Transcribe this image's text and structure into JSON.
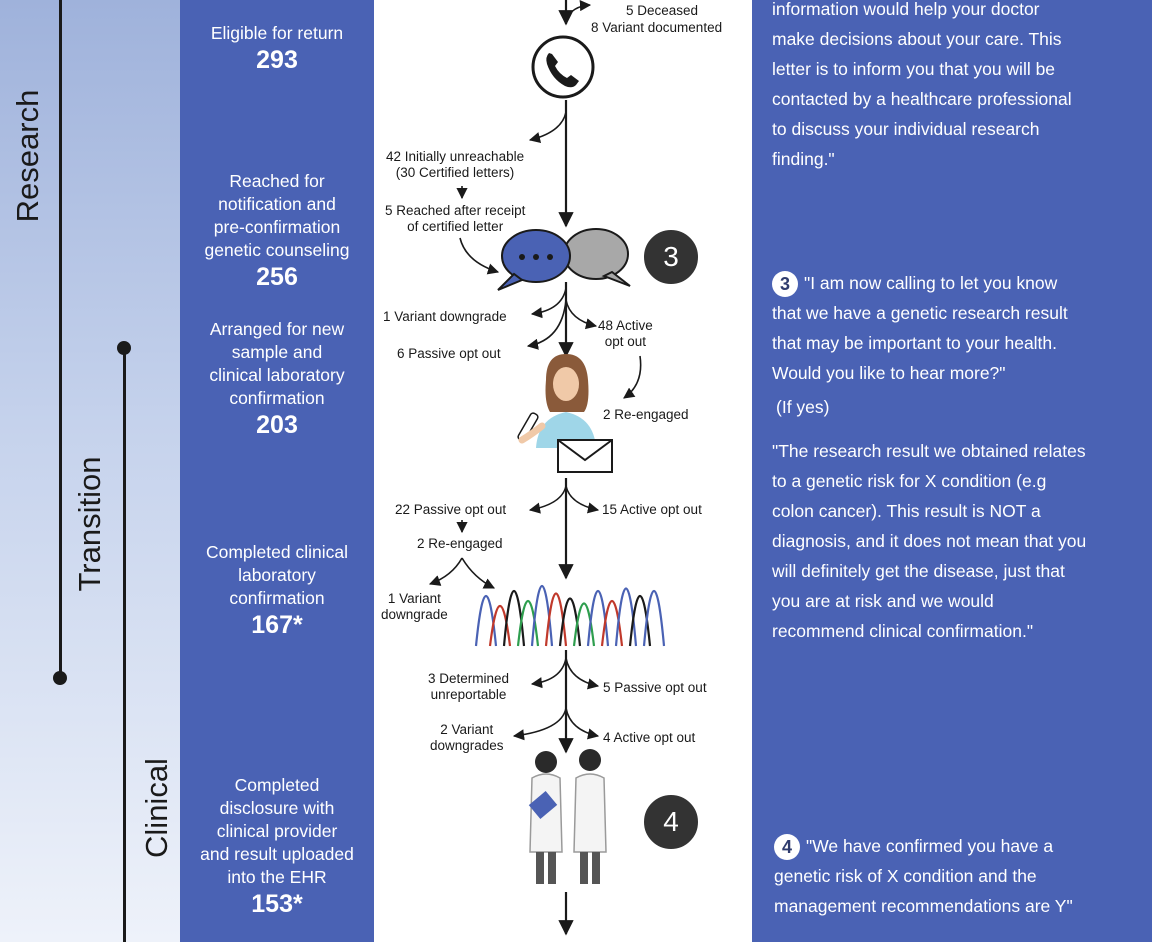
{
  "phases": {
    "research": "Research",
    "transition": "Transition",
    "clinical": "Clinical"
  },
  "stages": [
    {
      "label": "Eligible for return",
      "count": "293"
    },
    {
      "label": "Reached for\nnotification and\npre-confirmation\ngenetic counseling",
      "count": "256"
    },
    {
      "label": "Arranged for new\nsample and\nclinical laboratory\nconfirmation",
      "count": "203"
    },
    {
      "label": "Completed clinical\nlaboratory\nconfirmation",
      "count": "167*"
    },
    {
      "label": "Completed\ndisclosure with\nclinical provider\nand result uploaded\ninto the EHR",
      "count": "153*"
    }
  ],
  "annotations": {
    "deceased": "5 Deceased",
    "variant_documented": "8 Variant documented",
    "initially_unreachable": "42 Initially unreachable\n(30 Certified letters)",
    "reached_after_letter": "5 Reached after receipt\nof certified letter",
    "variant_downgrade_1": "1 Variant downgrade",
    "passive_opt_out_6": "6 Passive opt out",
    "active_opt_out_48": "48 Active\nopt out",
    "re_engaged_2a": "2 Re-engaged",
    "passive_opt_out_22": "22 Passive opt out",
    "active_opt_out_15": "15 Active opt out",
    "re_engaged_2b": "2 Re-engaged",
    "variant_downgrade_2": "1 Variant\ndowngrade",
    "determined_unreportable": "3 Determined\nunreportable",
    "passive_opt_out_5": "5 Passive opt out",
    "variant_downgrades": "2 Variant\ndowngrades",
    "active_opt_out_4": "4 Active opt out"
  },
  "badges": {
    "step3": "3",
    "step4": "4"
  },
  "quotes": {
    "intro": "information would help your doctor\nmake decisions about your care. This\nletter is to inform you that you will be\ncontacted by a healthcare professional\nto discuss your individual research\nfinding.\"",
    "q3_marker": "3",
    "q3": "\"I am now calling to let you know\nthat we have a genetic research result\nthat may be important to your health.\nWould you like to hear more?\"",
    "if_yes": "(If yes)",
    "q3b": "\"The research result we obtained relates\nto a genetic risk for X condition (e.g\ncolon cancer). This result is NOT a\ndiagnosis, and it does not mean that you\nwill definitely get the disease, just that\nyou are at risk and we would\nrecommend clinical confirmation.\"",
    "q4_marker": "4",
    "q4": "\"We have confirmed you have a\ngenetic risk of X condition and the\nmanagement recommendations are Y\""
  }
}
